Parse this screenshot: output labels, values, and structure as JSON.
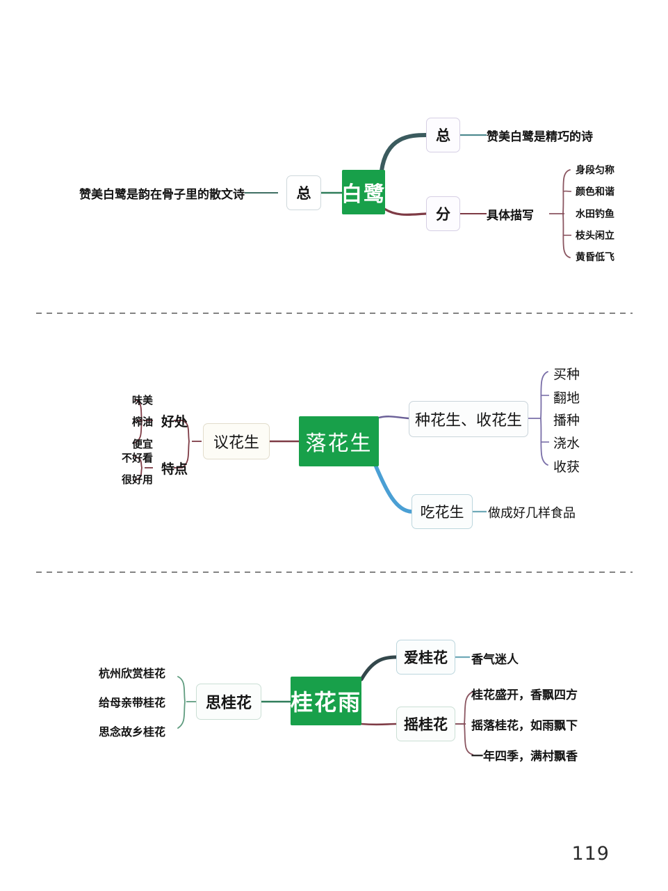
{
  "page": {
    "page_number": "119",
    "colors": {
      "root_green": "#18a04a",
      "root_text": "#ffffff",
      "text": "#141414",
      "branch_dark_teal": "#3b5b5e",
      "branch_maroon": "#7e3b45",
      "branch_green": "#2f7d5a",
      "branch_blue": "#4a9fd4",
      "branch_purple": "#7a6fa8",
      "branch_teal": "#6fa9b8",
      "divider": "#6b6b6b"
    }
  },
  "maps": [
    {
      "id": "egret",
      "root": "白鹭",
      "left_tag": "总",
      "left_leaf": "赞美白鹭是韵在骨子里的散文诗",
      "branches": [
        {
          "tag": "总",
          "label": "赞美白鹭是精巧的诗",
          "children": []
        },
        {
          "tag": "分",
          "label": "具体描写",
          "children": [
            "身段匀称",
            "颜色和谐",
            "水田钓鱼",
            "枝头闲立",
            "黄昏低飞"
          ]
        }
      ]
    },
    {
      "id": "peanut",
      "root": "落花生",
      "left_node": "议花生",
      "left_groups": [
        {
          "label": "好处",
          "items": [
            "味美",
            "榨油",
            "便宜"
          ]
        },
        {
          "label": "特点",
          "items": [
            "不好看",
            "很好用"
          ]
        }
      ],
      "branches": [
        {
          "label": "种花生、收花生",
          "children": [
            "买种",
            "翻地",
            "播种",
            "浇水",
            "收获"
          ]
        },
        {
          "label": "吃花生",
          "children": [
            "做成好几样食品"
          ]
        }
      ]
    },
    {
      "id": "osmanthus",
      "root": "桂花雨",
      "left_node": "思桂花",
      "left_items": [
        "杭州欣赏桂花",
        "给母亲带桂花",
        "思念故乡桂花"
      ],
      "branches": [
        {
          "label": "爱桂花",
          "children": [
            "香气迷人"
          ]
        },
        {
          "label": "摇桂花",
          "children": [
            "桂花盛开，香飘四方",
            "摇落桂花，如雨飘下",
            "一年四季，满村飘香"
          ]
        }
      ]
    }
  ]
}
